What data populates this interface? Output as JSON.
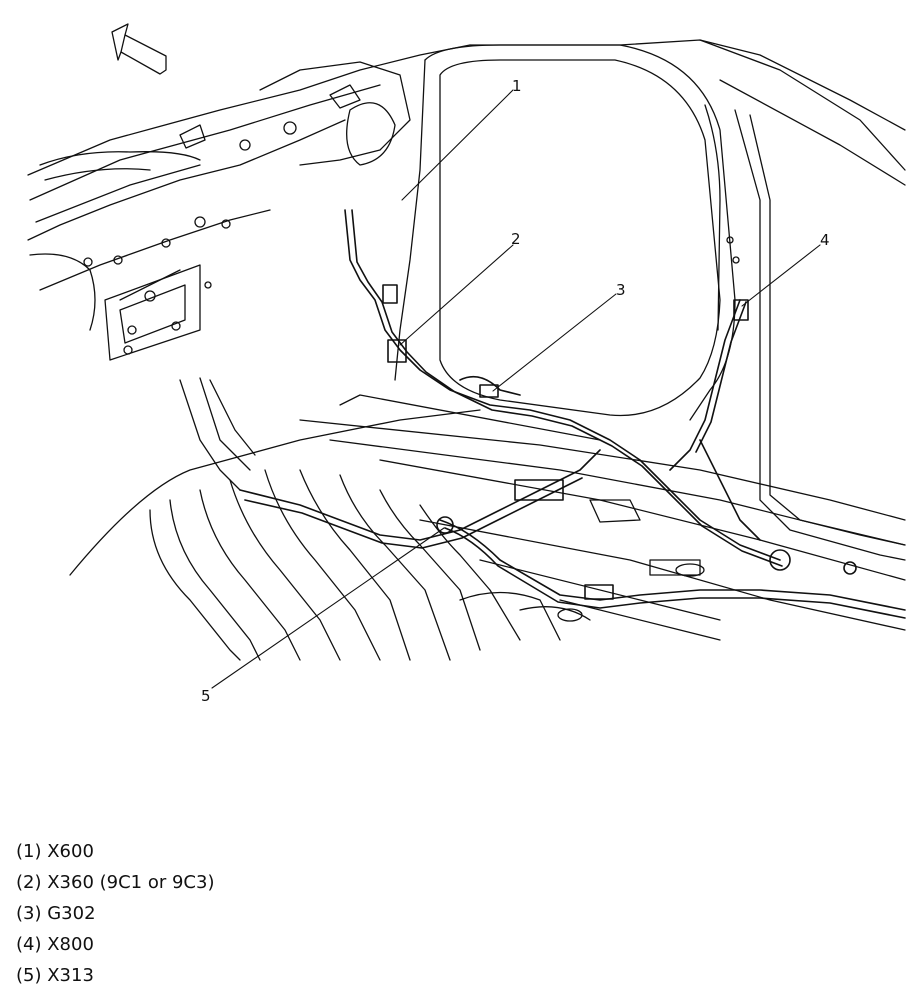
{
  "callouts": [
    "1",
    "2",
    "3",
    "4",
    "5"
  ],
  "legend": [
    "(1) X600",
    "(2) X360 (9C1 or 9C3)",
    "(3) G302",
    "(4) X800",
    "(5) X313"
  ],
  "colors": {
    "line": "#111111",
    "background": "#ffffff"
  },
  "icons": {
    "direction": "front-direction-arrow-icon"
  }
}
